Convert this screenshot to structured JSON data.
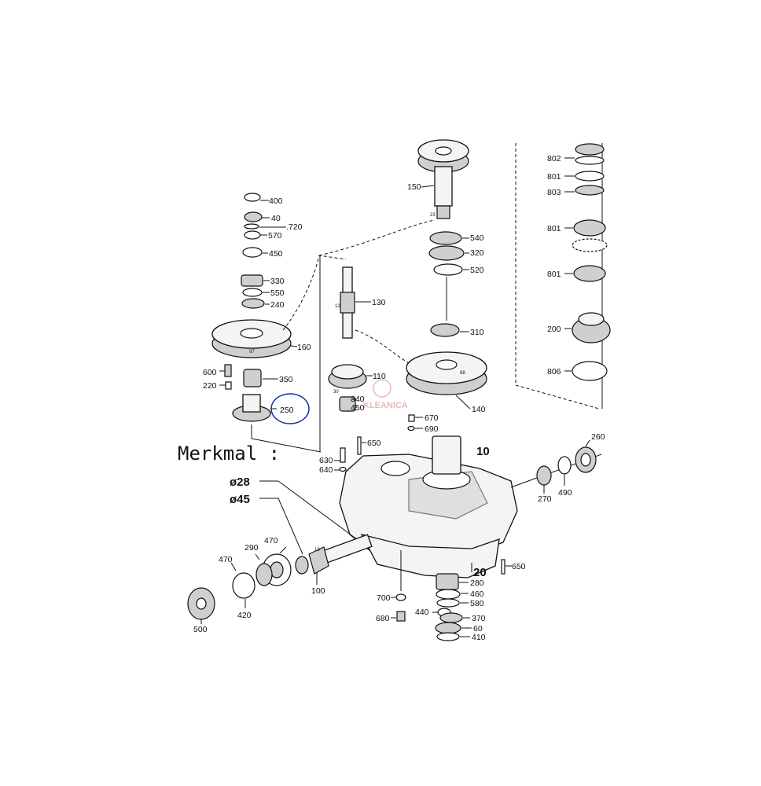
{
  "merkmal": "Merkmal :",
  "variants": [
    "ø28",
    "ø45"
  ],
  "watermark": "KLEANICA",
  "gear_marks": {
    "g160": "97",
    "g140": "88",
    "g150": "23",
    "g130": "12",
    "g110": "30",
    "g100": "13"
  },
  "labels": {
    "p400": "400",
    "p40": "40",
    "p720": ".720",
    "p570": "570",
    "p450a": "450",
    "p330": "330",
    "p550": "550",
    "p240": "240",
    "p160": "160",
    "p600": "600",
    "p220": "220",
    "p350": "350",
    "p250": "250",
    "p150": "150",
    "p540": "540",
    "p320": "320",
    "p520": "520",
    "p130": "130",
    "p310": "310",
    "p110": "110",
    "p340": "340",
    "p450b": "450",
    "p140": "140",
    "p670": "670",
    "p690": "690",
    "p650a": "650",
    "p630": "630",
    "p640": "640",
    "p10": "10",
    "p20": "20",
    "p650b": "650",
    "p802": "802",
    "p801a": "801",
    "p803": "803",
    "p801b": "801",
    "p801c": "801",
    "p200": "200",
    "p806": "806",
    "p260": "260",
    "p270": "270",
    "p490": "490",
    "p470a": "470",
    "p290": "290",
    "p470b": "470",
    "p420": "420",
    "p100": "100",
    "p500": "500",
    "p700": "700",
    "p680": "680",
    "p280": "280",
    "p460": "460",
    "p580": "580",
    "p440": "440",
    "p370": "370",
    "p60": "60",
    "p410": "410"
  },
  "highlight": {
    "part": "250",
    "color": "#1a2fa8"
  }
}
